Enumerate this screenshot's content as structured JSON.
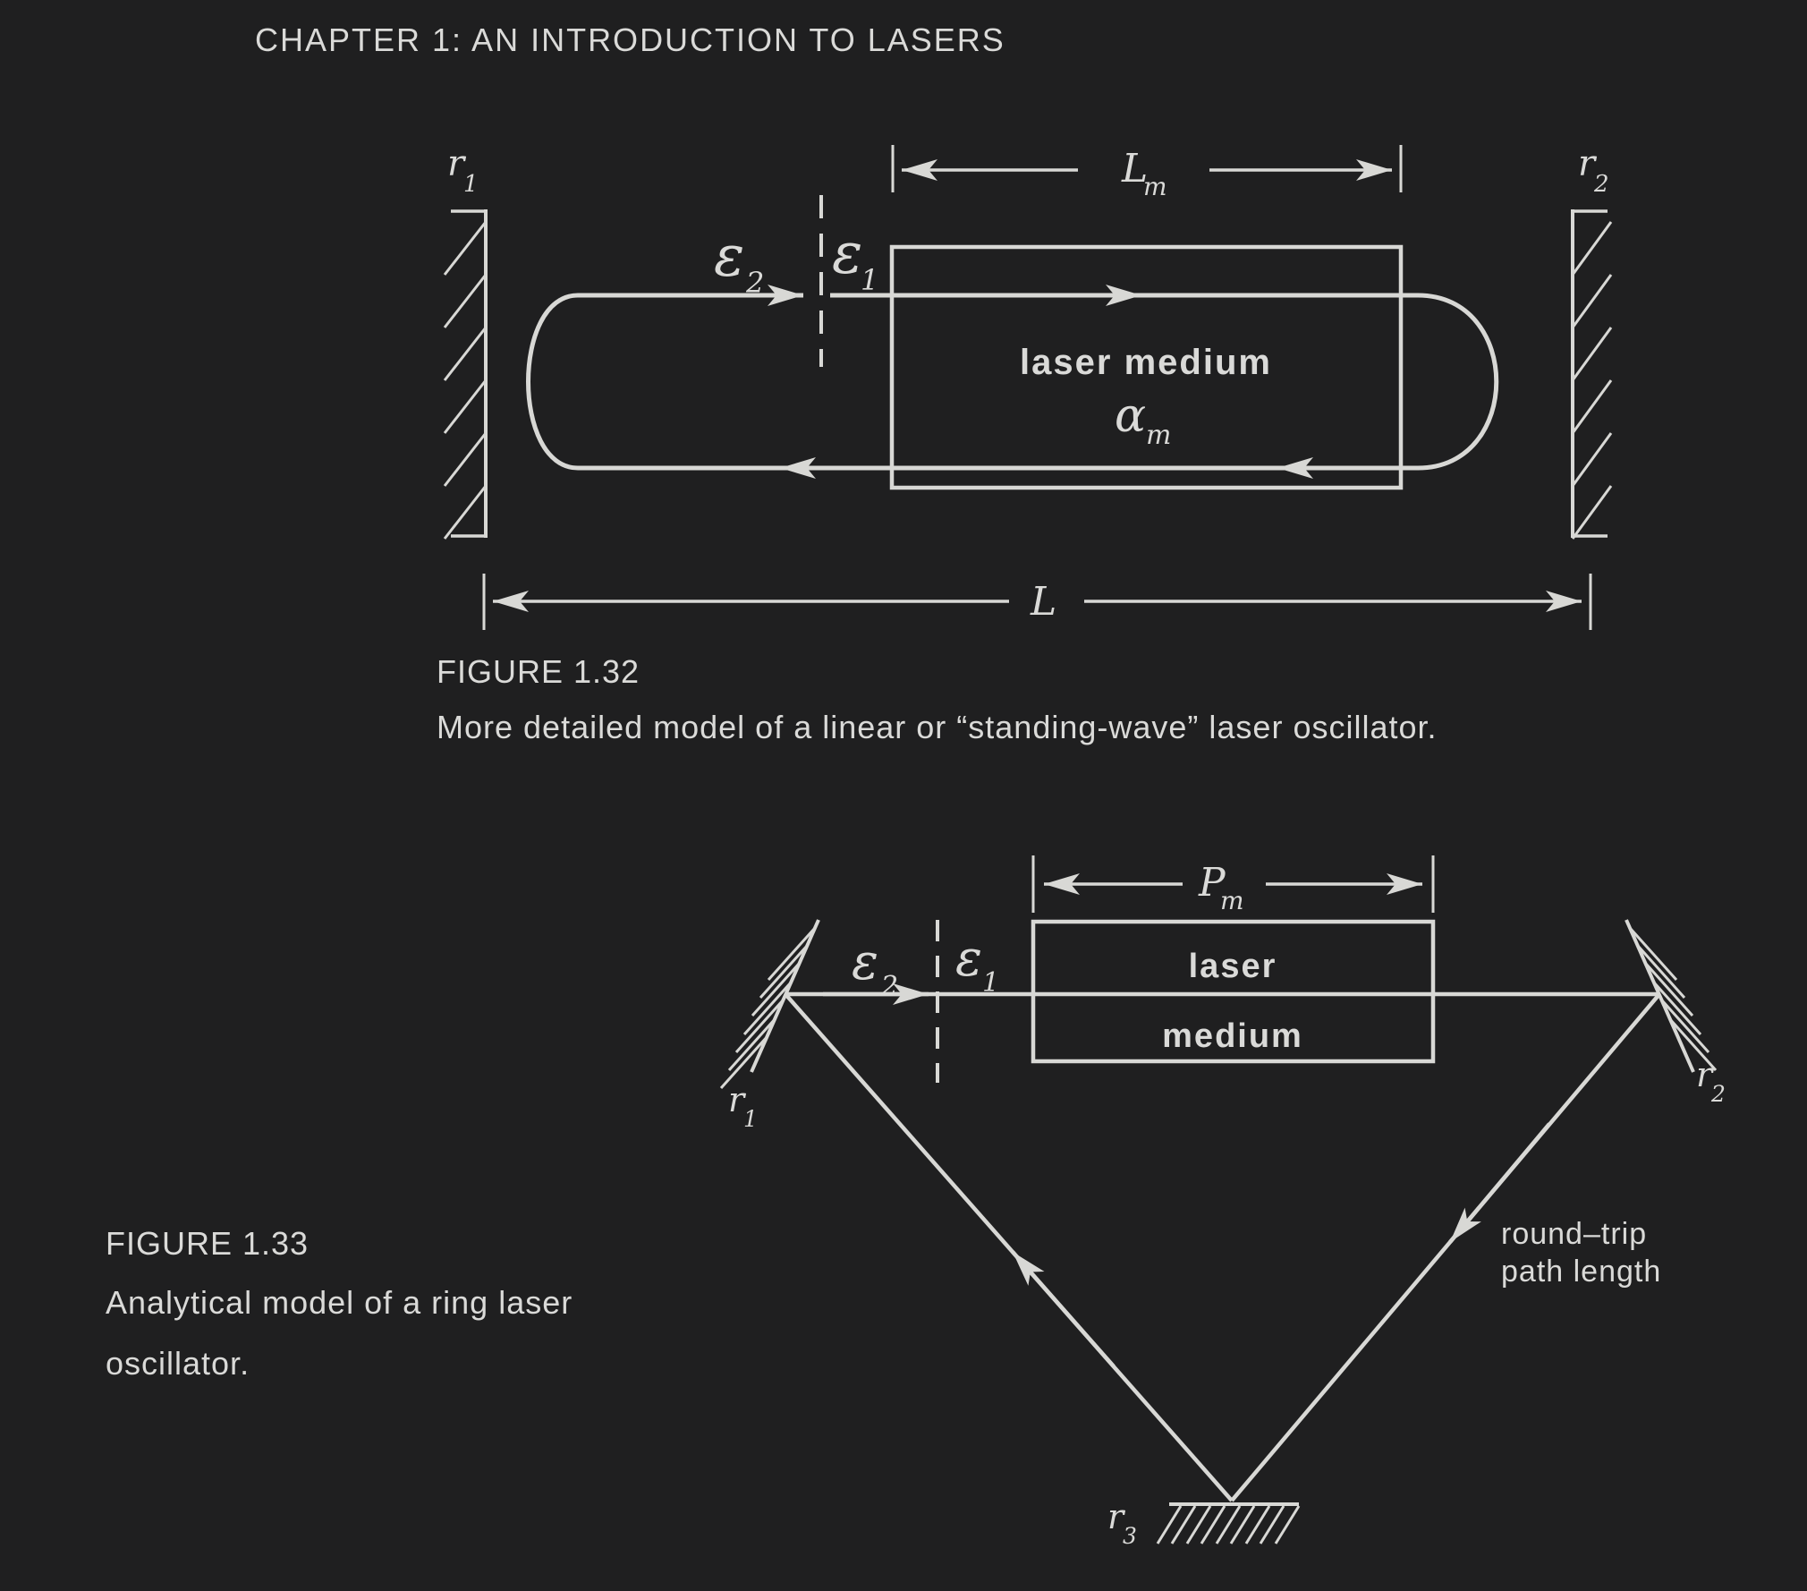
{
  "page": {
    "background": "#1f1f20",
    "ink": "#d8d8d5",
    "header": "CHAPTER 1: AN INTRODUCTION TO LASERS"
  },
  "fig132": {
    "caption_title": "FIGURE 1.32",
    "caption_text": "More detailed model of a linear or “standing-wave” laser oscillator.",
    "mirror1": {
      "base": "r",
      "sub": "1"
    },
    "mirror2": {
      "base": "r",
      "sub": "2"
    },
    "medium_length": {
      "base": "L",
      "sub": "m"
    },
    "cavity_length": "L",
    "field2": {
      "base": "ε",
      "sub": "2"
    },
    "field1": {
      "base": "ε",
      "sub": "1"
    },
    "medium_name": "laser medium",
    "gain": {
      "base": "α",
      "sub": "m"
    }
  },
  "fig133": {
    "caption_title": "FIGURE 1.33",
    "caption_line1": "Analytical model of a ring laser",
    "caption_line2": "oscillator.",
    "mirror1": {
      "base": "r",
      "sub": "1"
    },
    "mirror2": {
      "base": "r",
      "sub": "2"
    },
    "mirror3": {
      "base": "r",
      "sub": "3"
    },
    "perimeter": {
      "base": "P",
      "sub": "m"
    },
    "field2": {
      "base": "ε",
      "sub": "2"
    },
    "field1": {
      "base": "ε",
      "sub": "1"
    },
    "medium_line1": "laser",
    "medium_line2": "medium",
    "annotation_line1": "round–trip",
    "annotation_line2": "path length"
  }
}
